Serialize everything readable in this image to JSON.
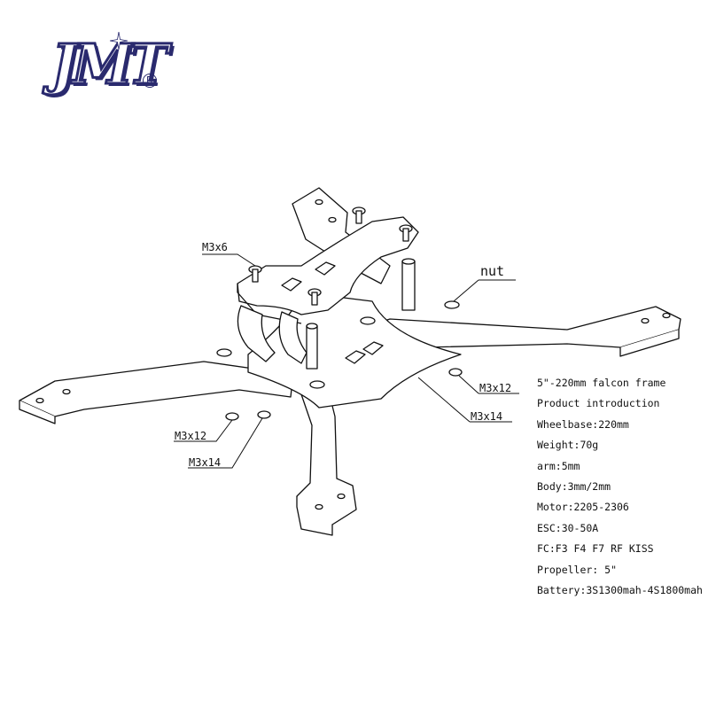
{
  "logo": {
    "text": "JMT",
    "registered": "R"
  },
  "callouts": {
    "m3x6": "M3x6",
    "nut": "nut",
    "m3x12_right": "M3x12",
    "m3x14_right": "M3x14",
    "m3x12_left": "M3x12",
    "m3x14_left": "M3x14"
  },
  "specs": [
    "5\"-220mm falcon frame",
    "Product introduction",
    "Wheelbase:220mm",
    "Weight:70g",
    "arm:5mm",
    "Body:3mm/2mm",
    "Motor:2205-2306",
    "ESC:30-50A",
    "FC:F3 F4 F7 RF KISS",
    "Propeller: 5\"",
    "Battery:3S1300mah-4S1800mah"
  ],
  "colors": {
    "logo": "#2a2a6e",
    "line": "#111111",
    "background": "#ffffff"
  }
}
